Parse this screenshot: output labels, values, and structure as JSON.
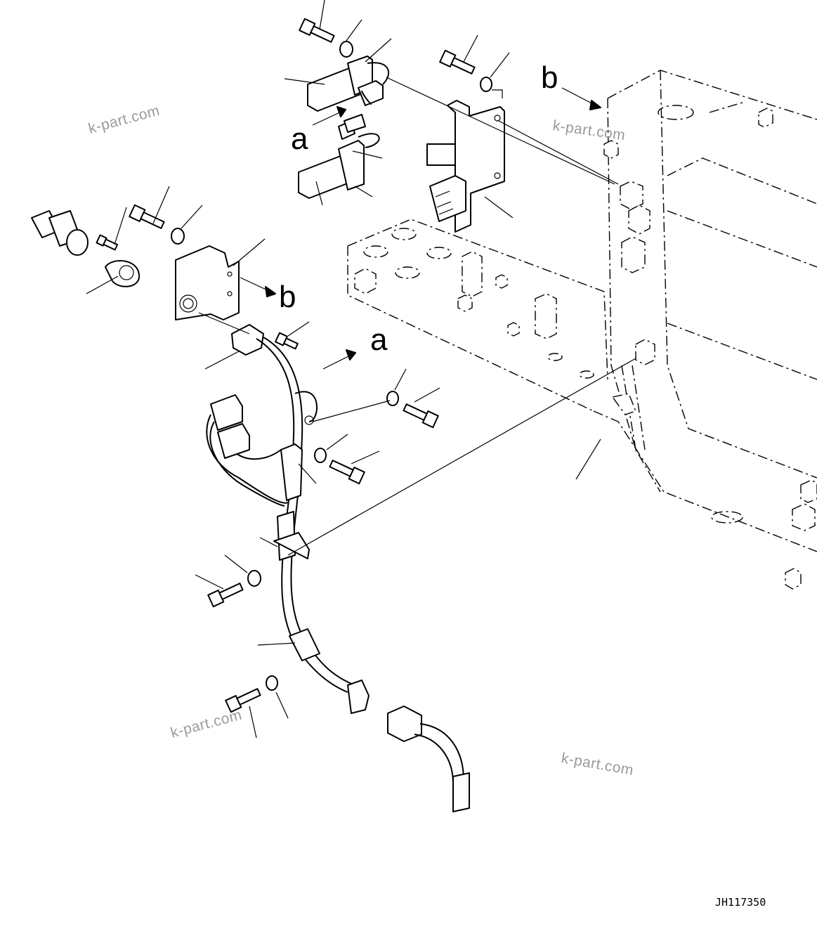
{
  "view_labels": {
    "a": "a",
    "b": "b"
  },
  "watermark": "k-part.com",
  "drawing_code": "JH117350"
}
